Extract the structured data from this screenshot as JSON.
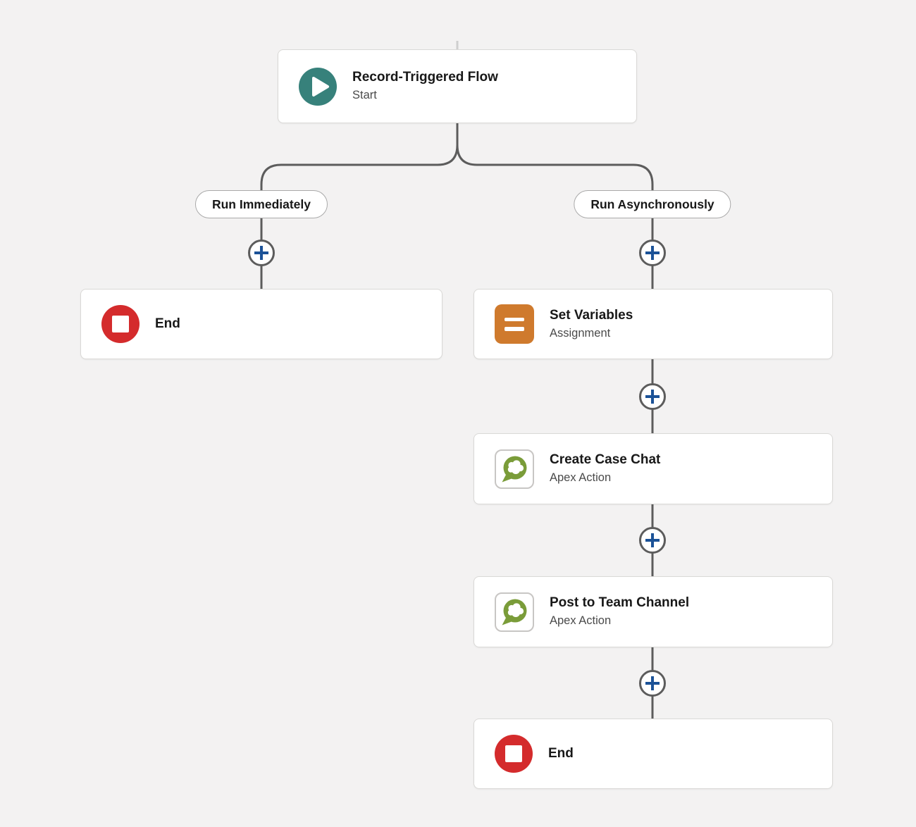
{
  "canvas": {
    "background_color": "#f3f2f2",
    "connector_color": "#5c5c5c",
    "plus_button_color": "#1b5297"
  },
  "branch_labels": {
    "left": "Run Immediately",
    "right": "Run Asynchronously"
  },
  "nodes": {
    "start": {
      "title": "Record-Triggered Flow",
      "subtitle": "Start",
      "icon": "play-icon",
      "icon_color": "#37817b"
    },
    "end_left": {
      "title": "End",
      "icon": "stop-square-icon",
      "icon_color": "#d42b2c"
    },
    "set_variables": {
      "title": "Set Variables",
      "subtitle": "Assignment",
      "icon": "equals-bars-icon",
      "icon_color": "#cf7a2d"
    },
    "create_case_chat": {
      "title": "Create Case Chat",
      "subtitle": "Apex Action",
      "icon": "chat-bubble-icon",
      "icon_color": "#7a9c39"
    },
    "post_to_team_channel": {
      "title": "Post to Team Channel",
      "subtitle": "Apex Action",
      "icon": "chat-bubble-icon",
      "icon_color": "#7a9c39"
    },
    "end_right": {
      "title": "End",
      "icon": "stop-square-icon",
      "icon_color": "#d42b2c"
    }
  }
}
